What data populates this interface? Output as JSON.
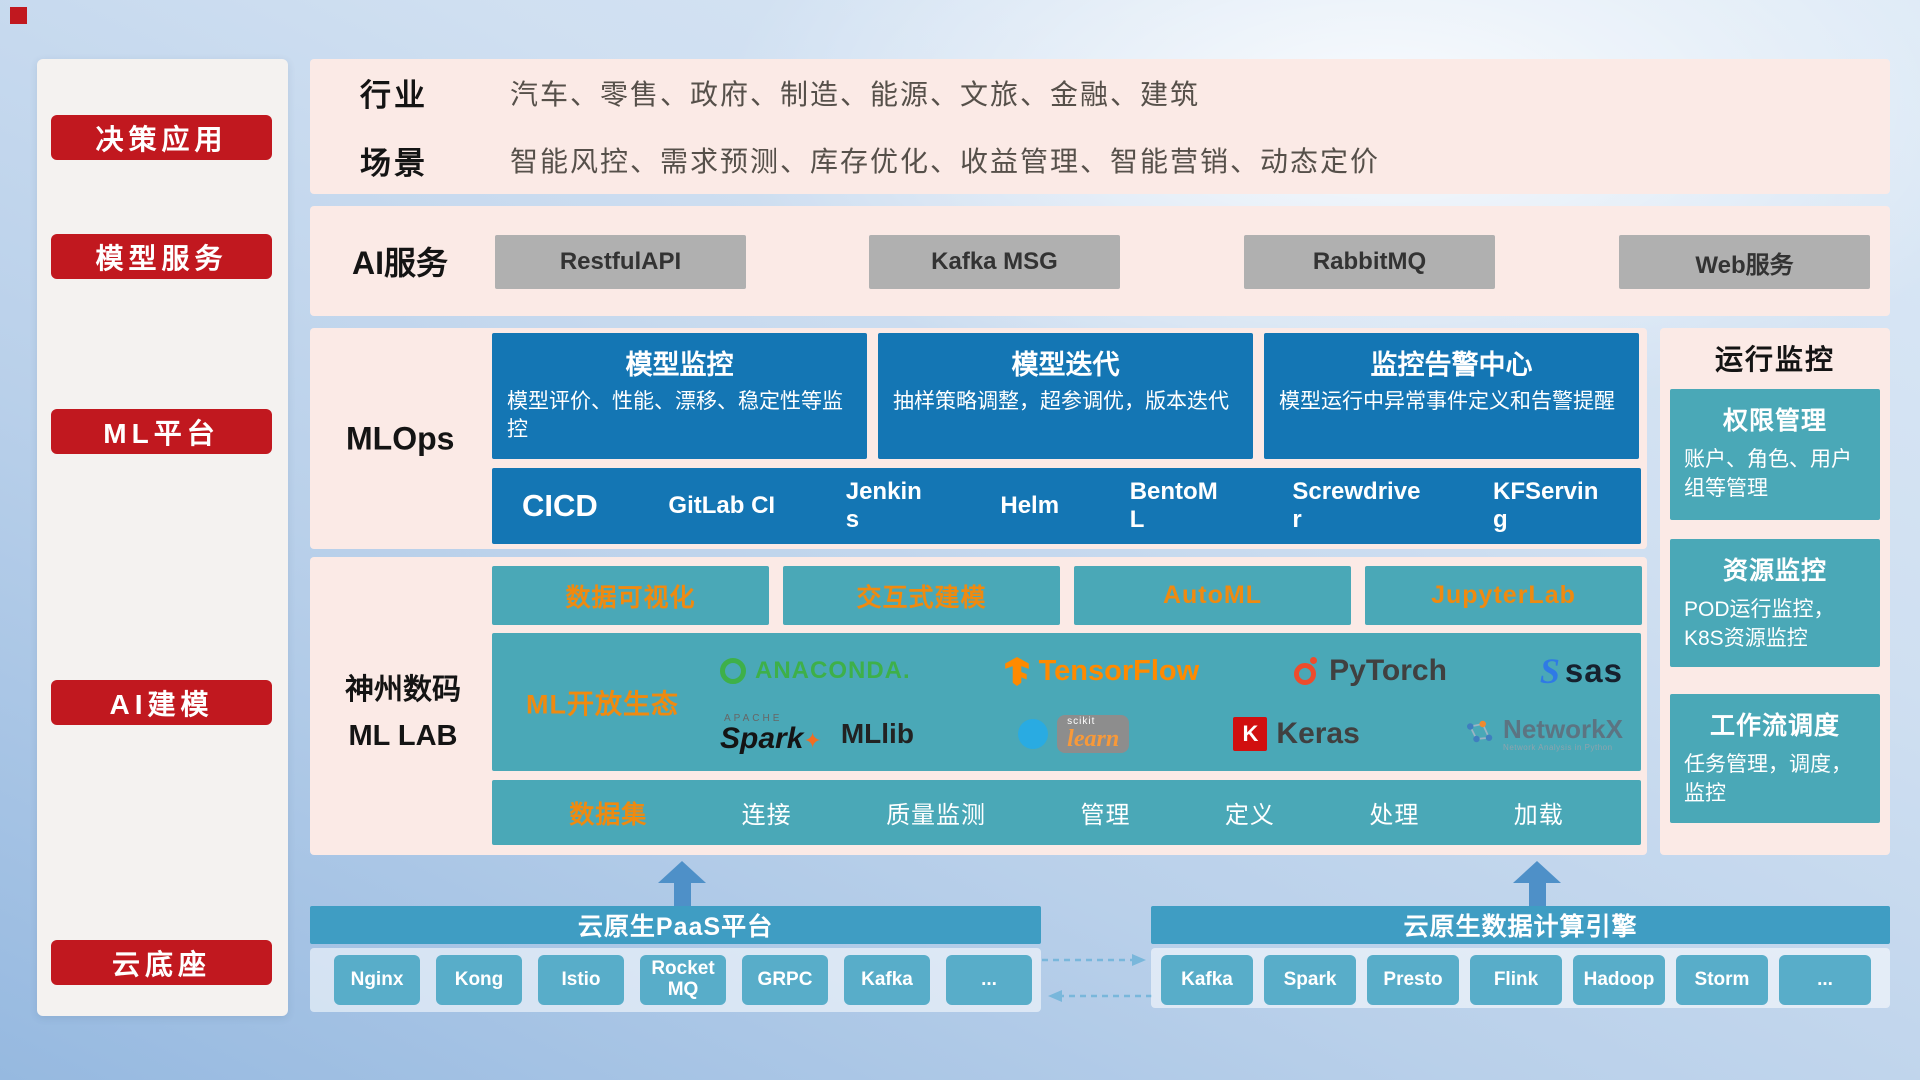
{
  "colors": {
    "accent_red": "#c1181f",
    "panel_pink": "#fbeae6",
    "card_blue": "#1476b4",
    "teal": "#4aa8b7",
    "accent_orange": "#ef8a10",
    "bar_blue": "#3f9dc3",
    "chip_teal": "#58adc9",
    "gray_button": "#b0b0b0"
  },
  "sidebar": {
    "items": [
      "决策应用",
      "模型服务",
      "ML平台",
      "AI建模",
      "云底座"
    ]
  },
  "industry_panel": {
    "rows": [
      {
        "label": "行业",
        "text": "汽车、零售、政府、制造、能源、文旅、金融、建筑"
      },
      {
        "label": "场景",
        "text": "智能风控、需求预测、库存优化、收益管理、智能营销、动态定价"
      }
    ]
  },
  "ai_service": {
    "label": "AI服务",
    "buttons": [
      "RestfulAPI",
      "Kafka MSG",
      "RabbitMQ",
      "Web服务"
    ]
  },
  "mlops": {
    "label": "MLOps",
    "cards": [
      {
        "title": "模型监控",
        "desc": "模型评价、性能、漂移、稳定性等监控"
      },
      {
        "title": "模型迭代",
        "desc": "抽样策略调整，超参调优，版本迭代"
      },
      {
        "title": "监控告警中心",
        "desc": "模型运行中异常事件定义和告警提醒"
      }
    ],
    "cicd": {
      "label": "CICD",
      "tools": [
        "GitLab CI",
        "Jenkins",
        "Helm",
        "BentoML",
        "Screwdriver",
        "KFServing"
      ]
    }
  },
  "mllab": {
    "label_line1": "神州数码",
    "label_line2": "ML LAB",
    "feature_buttons": [
      "数据可视化",
      "交互式建模",
      "AutoML",
      "JupyterLab"
    ],
    "ecosystem": {
      "label": "ML开放生态",
      "logos": {
        "anaconda": "ANACONDA.",
        "tensorflow": "TensorFlow",
        "pytorch": "PyTorch",
        "sas": "sas",
        "spark_apache": "APACHE",
        "spark": "Spark",
        "mllib": "MLlib",
        "scikit_top": "scikit",
        "scikit_script": "learn",
        "keras_k": "K",
        "keras": "Keras",
        "networkx": "NetworkX",
        "networkx_sub": "Network Analysis in Python"
      }
    },
    "dataset": {
      "label": "数据集",
      "items": [
        "连接",
        "质量监测",
        "管理",
        "定义",
        "处理",
        "加载"
      ]
    }
  },
  "monitor": {
    "title": "运行监控",
    "cards": [
      {
        "title": "权限管理",
        "desc": "账户、角色、用户组等管理"
      },
      {
        "title": "资源监控",
        "desc": "POD运行监控，K8S资源监控"
      },
      {
        "title": "工作流调度",
        "desc": "任务管理，调度，监控"
      }
    ]
  },
  "bottom": {
    "paas": {
      "title": "云原生PaaS平台",
      "buttons": [
        "Nginx",
        "Kong",
        "Istio",
        "RocketMQ",
        "GRPC",
        "Kafka",
        "..."
      ]
    },
    "engine": {
      "title": "云原生数据计算引擎",
      "buttons": [
        "Kafka",
        "Spark",
        "Presto",
        "Flink",
        "Hadoop",
        "Storm",
        "..."
      ]
    }
  }
}
